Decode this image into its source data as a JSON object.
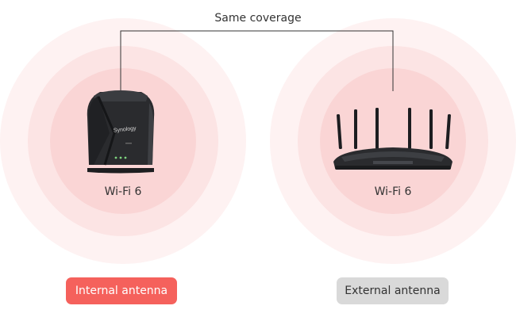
{
  "diagram": {
    "coverage_label": "Same coverage",
    "left_router": {
      "label": "Wi-Fi 6",
      "brand": "Synology",
      "icon": "router-internal-antenna-icon"
    },
    "right_router": {
      "label": "Wi-Fi 6",
      "icon": "router-external-antenna-icon"
    },
    "buttons": {
      "internal": "Internal antenna",
      "external": "External antenna"
    },
    "colors": {
      "ring_outer": "#fef2f2",
      "ring_mid": "#fce4e4",
      "ring_inner": "#fad5d5",
      "accent": "#f5615c",
      "inactive": "#d9d9d9"
    }
  }
}
